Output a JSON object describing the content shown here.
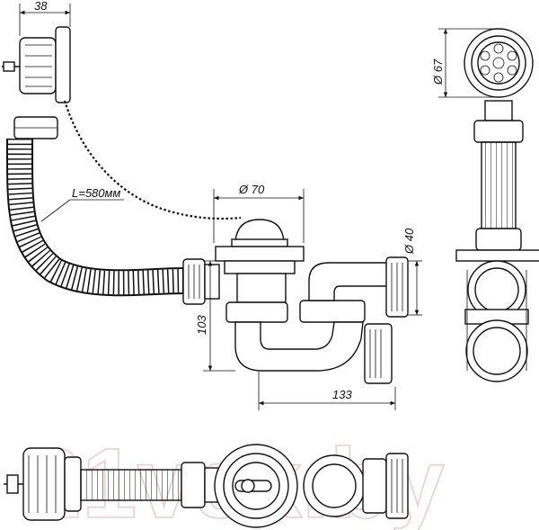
{
  "dimensions": {
    "top_width": "38",
    "side_diameter": "Ø 67",
    "chain_length": "L=580мм",
    "grate_diameter": "Ø 70",
    "outlet_diameter": "Ø 40",
    "height": "103",
    "length": "133"
  },
  "watermark": "21vek.by",
  "colors": {
    "line": "#111111",
    "watermark": "#e2a3a3"
  }
}
